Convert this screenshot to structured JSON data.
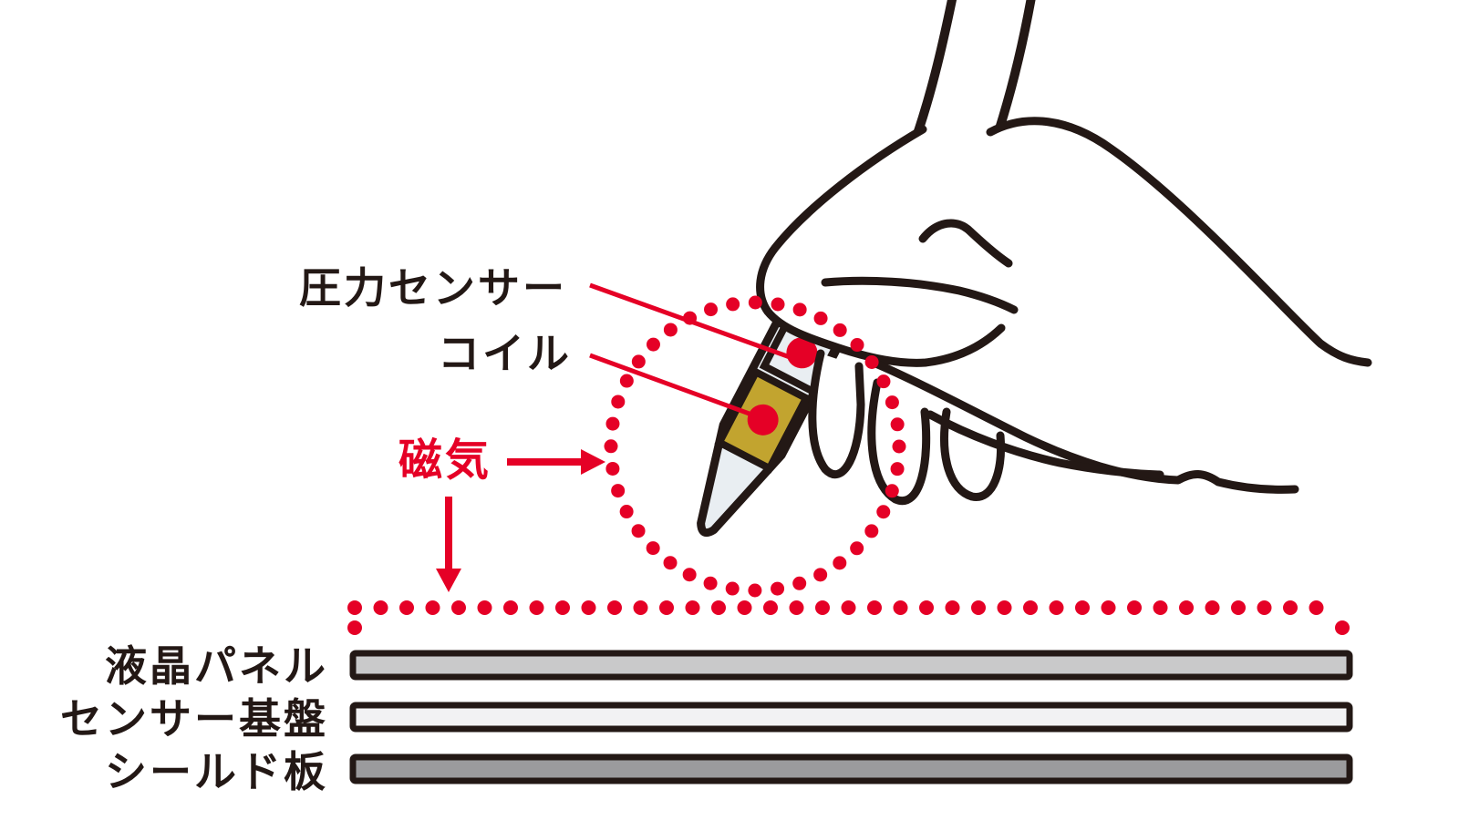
{
  "diagram": {
    "pen": {
      "callouts": [
        {
          "id": "pressure-sensor",
          "label": "圧力センサー"
        },
        {
          "id": "coil",
          "label": "コイル"
        }
      ],
      "magnetism": {
        "label": "磁気"
      }
    },
    "layers": [
      {
        "id": "lcd-panel",
        "label": "液晶パネル",
        "fill": "#c9c9ca"
      },
      {
        "id": "sensor-board",
        "label": "センサー基盤",
        "fill": "#f2f2f3"
      },
      {
        "id": "shield-plate",
        "label": "シールド板",
        "fill": "#9b9b9d"
      }
    ],
    "colors": {
      "red": "#e50026",
      "ink": "#231815",
      "pen_fill": "#e9eef2",
      "coil_gold": "#c2a42f",
      "hand_fill": "#ffffff"
    }
  }
}
